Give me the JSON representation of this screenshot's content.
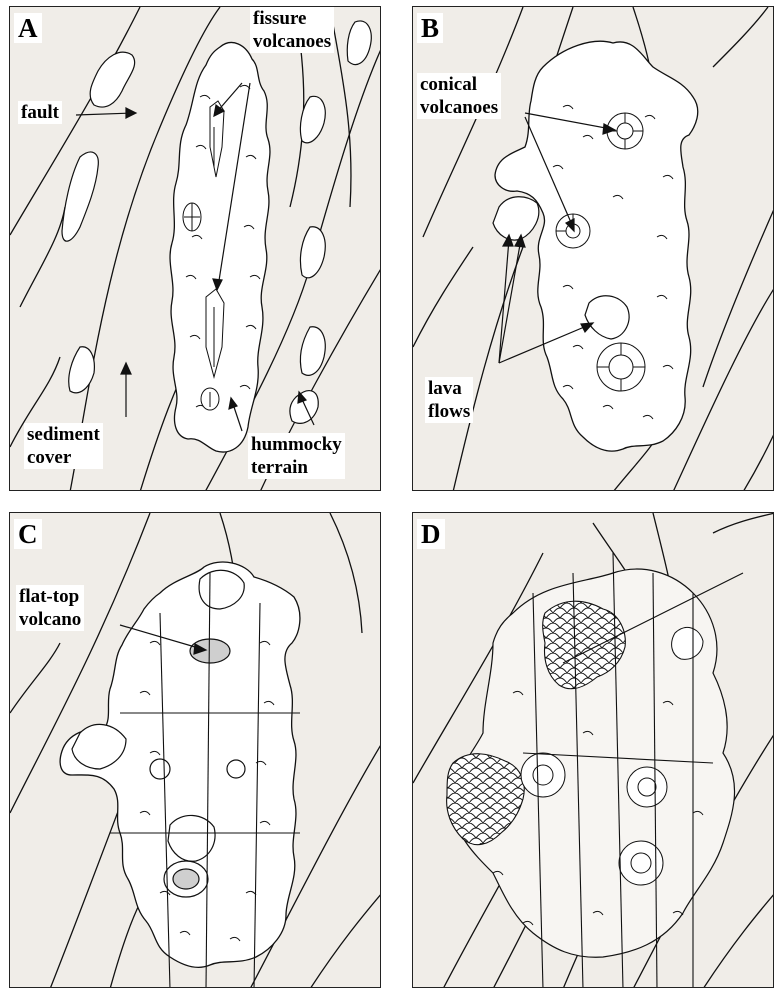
{
  "panels": [
    {
      "id": "A",
      "label": "A",
      "annotations": {
        "fault": "fault",
        "fissure_volcanoes": [
          "fissure",
          "volcanoes"
        ],
        "sediment_cover": [
          "sediment",
          "cover"
        ],
        "hummocky_terrain": [
          "hummocky",
          "terrain"
        ]
      }
    },
    {
      "id": "B",
      "label": "B",
      "annotations": {
        "conical_volcanoes": [
          "conical",
          "volcanoes"
        ],
        "lava_flows": [
          "lava",
          "flows"
        ]
      }
    },
    {
      "id": "C",
      "label": "C",
      "annotations": {
        "flat_top_volcano": [
          "flat-top",
          "volcano"
        ]
      }
    },
    {
      "id": "D",
      "label": "D",
      "annotations": {}
    }
  ],
  "colors": {
    "panel_bg": "#f0ede8",
    "line": "#111111",
    "fill": "#ffffff",
    "crater": "#cfcfcf"
  }
}
